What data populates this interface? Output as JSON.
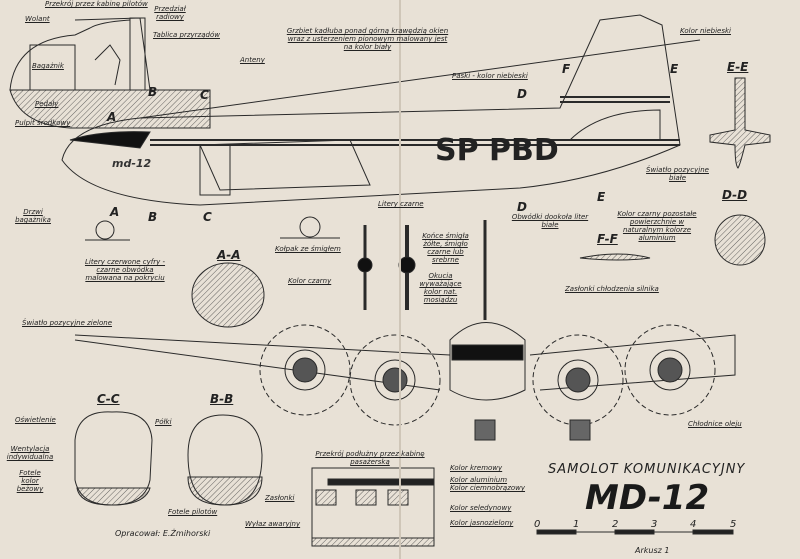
{
  "title": {
    "subtitle": "SAMOLOT KOMUNIKACYJNY",
    "main": "MD-12"
  },
  "registration": "SP PBD",
  "nose_marking": "md-12",
  "author": "Opracował: E.Żmihorski",
  "sheet": "Arkusz 1",
  "scale": {
    "ticks": [
      "0",
      "1",
      "2",
      "3",
      "4",
      "5"
    ]
  },
  "sections": {
    "aa": "A-A",
    "bb": "B-B",
    "cc": "C-C",
    "dd": "D-D",
    "ee": "E-E",
    "ff": "F-F"
  },
  "section_markers": {
    "a": "A",
    "b": "B",
    "c": "C",
    "d": "D",
    "e": "E",
    "f": "F"
  },
  "labels": {
    "cockpit_section": "Przekrój przez kabinę pilotów",
    "yoke": "Wolant",
    "radio": "Przedział radiowy",
    "panel": "Tablica przyrządów",
    "baggage": "Bagażnik",
    "pedals": "Pedały",
    "console": "Pulpit środkowy",
    "spine": "Grzbiet kadłuba ponad górną krawędzią okien wraz z usterzeniem pionowym malowany jest na kolor biały",
    "antenna": "Anteny",
    "blue": "Kolor niebieski",
    "stripes": "Paski - kolor niebieski",
    "baggage_door": "Drzwi bagażnika",
    "black_letters": "Litery czarne",
    "spinner": "Kołpak ze śmigłem",
    "red_letters": "Litery czerwone cyfry - czarne obwódka malowana na pokryciu",
    "black_color": "Kolor czarny",
    "prop_tips": "Końce śmigła żółte, śmigło czarne lub srebrne",
    "balance": "Okucia wyważające kolor nat. mosiądzu",
    "outline": "Obwódki dookoła liter białe",
    "black_rest": "Kolor czarny pozostałe powierzchnie w naturalnym kolorze aluminium",
    "white_light": "Światło pozycyjne białe",
    "cowl_flaps": "Zasłonki chłodzenia silnika",
    "green_light": "Światło pozycyjne zielone",
    "oil_coolers": "Chłodnice oleju",
    "lighting": "Oświetlenie",
    "shelves": "Półki",
    "ventilation": "Wentylacja indywidualna",
    "seats": "Fotele kolor beżowy",
    "pilot_seats": "Fotele pilotów",
    "long_section": "Przekrój podłużny przez kabinę pasażerską",
    "cream": "Kolor kremowy",
    "aluminium": "Kolor aluminium",
    "dark_brown": "Kolor ciemnobrązowy",
    "celadon": "Kolor seledynowy",
    "light_green": "Kolor jasnozielony",
    "curtains": "Zasłonki",
    "hatch": "Wyłaz awaryjny"
  },
  "colors": {
    "paper": "#e8e1d6",
    "ink": "#222222"
  }
}
